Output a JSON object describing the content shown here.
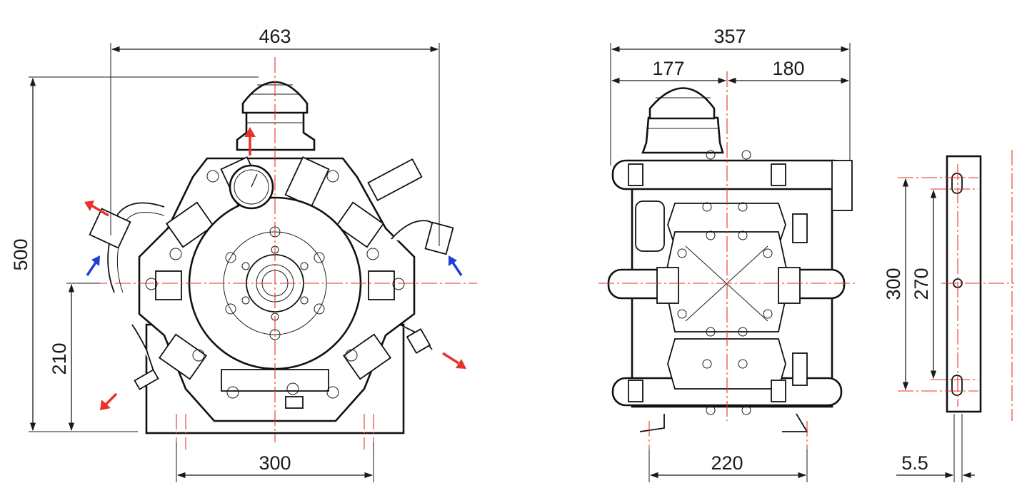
{
  "dimensions": {
    "front_width": "463",
    "front_height": "500",
    "front_axis_height": "210",
    "front_base_width": "300",
    "side_width": "357",
    "side_left": "177",
    "side_right": "180",
    "side_base_width": "220",
    "bracket_outer": "300",
    "bracket_inner": "270",
    "bracket_thickness": "5.5"
  },
  "colors": {
    "outlet_arrow": "#e8322a",
    "inlet_arrow": "#1f3fd6",
    "centerline": "#e8322a",
    "line": "#111111"
  }
}
